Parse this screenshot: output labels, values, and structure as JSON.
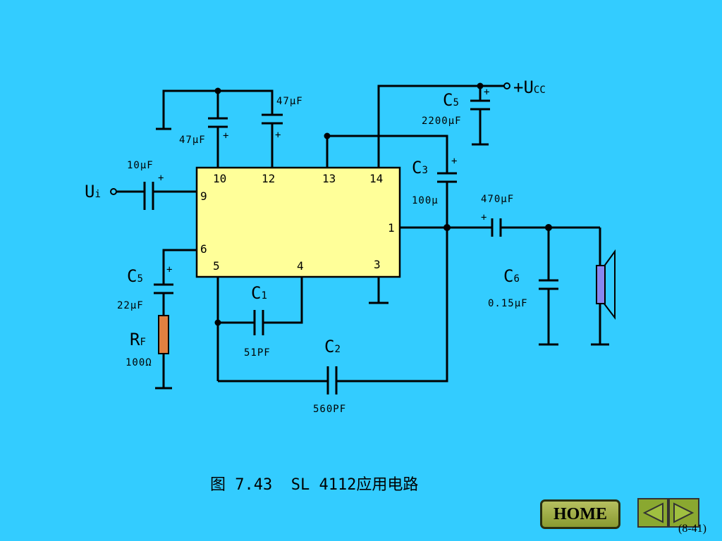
{
  "diagram": {
    "ic_pins": {
      "p10": "10",
      "p12": "12",
      "p13": "13",
      "p14": "14",
      "p9": "9",
      "p6": "6",
      "p5": "5",
      "p4": "4",
      "p3": "3",
      "p1": "1"
    },
    "labels": {
      "c_47uf_a": "47μF",
      "c_47uf_b": "47μF",
      "c_10uf": "10μF",
      "c3_main": "C",
      "c3_sub": "3",
      "c3_value": "100μ",
      "c5_top_main": "C",
      "c5_top_sub": "5",
      "c5_top_value": "2200μF",
      "vcc_main": "+U",
      "vcc_sub": "CC",
      "c_470uf": "470μF",
      "c6_main": "C",
      "c6_sub": "6",
      "c6_value": "0.15μF",
      "c5_left_main": "C",
      "c5_left_sub": "5",
      "c5_left_value": "22μF",
      "rf_main": "R",
      "rf_sub": "F",
      "rf_value": "100Ω",
      "c1_main": "C",
      "c1_sub": "1",
      "c1_value": "51PF",
      "c2_main": "C",
      "c2_sub": "2",
      "c2_value": "560PF",
      "ui_main": "U",
      "ui_sub": "i",
      "plus": "+"
    }
  },
  "caption": "图 7.43  SL 4112应用电路",
  "nav": {
    "home_label": "HOME",
    "page_number": "(8-41)"
  },
  "colors": {
    "background": "#33ccff",
    "ic_fill": "#ffff99",
    "resistor_fill": "#e08040",
    "speaker_fill": "#8888ee"
  }
}
